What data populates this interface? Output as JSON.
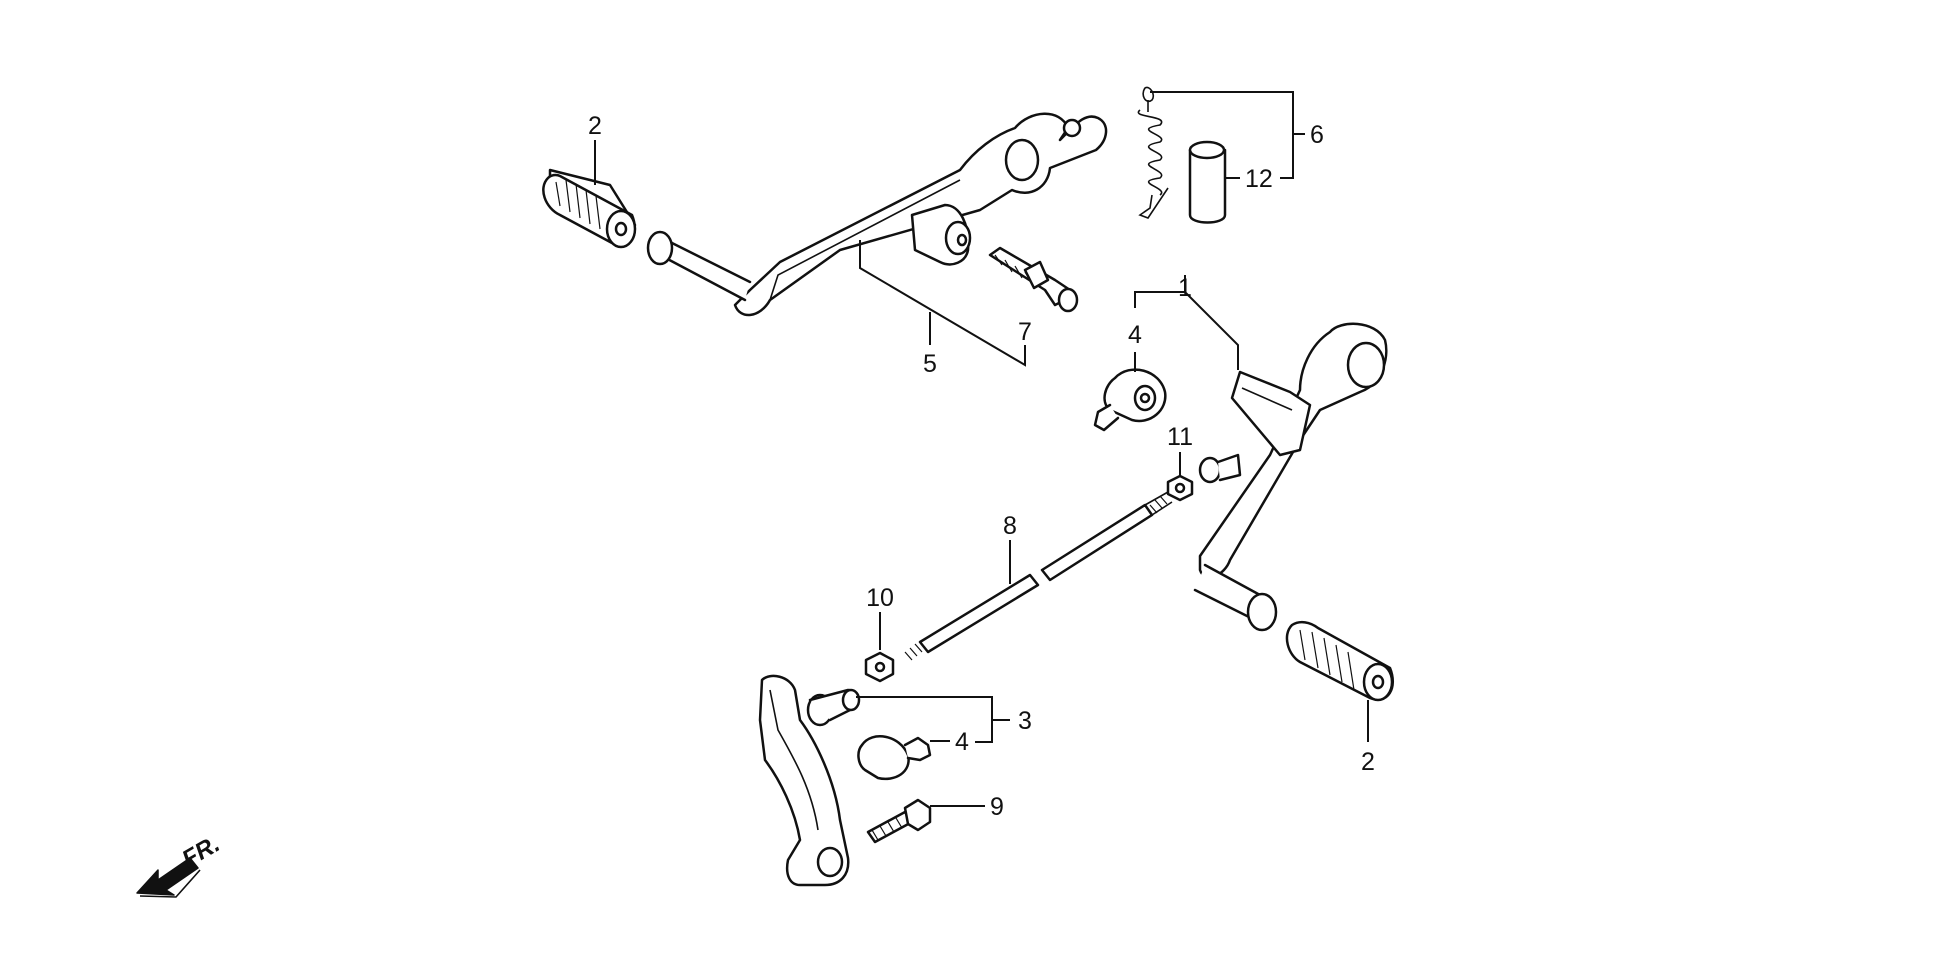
{
  "callouts": {
    "c1": "1",
    "c2_top": "2",
    "c2_bottom": "2",
    "c3": "3",
    "c4_top": "4",
    "c4_bottom": "4",
    "c5": "5",
    "c6": "6",
    "c7": "7",
    "c8": "8",
    "c9": "9",
    "c10": "10",
    "c11": "11",
    "c12": "12"
  },
  "direction_indicator": {
    "label": "FR.",
    "icon": "front-arrow-icon"
  },
  "colors": {
    "line": "#111111",
    "background": "#ffffff"
  }
}
